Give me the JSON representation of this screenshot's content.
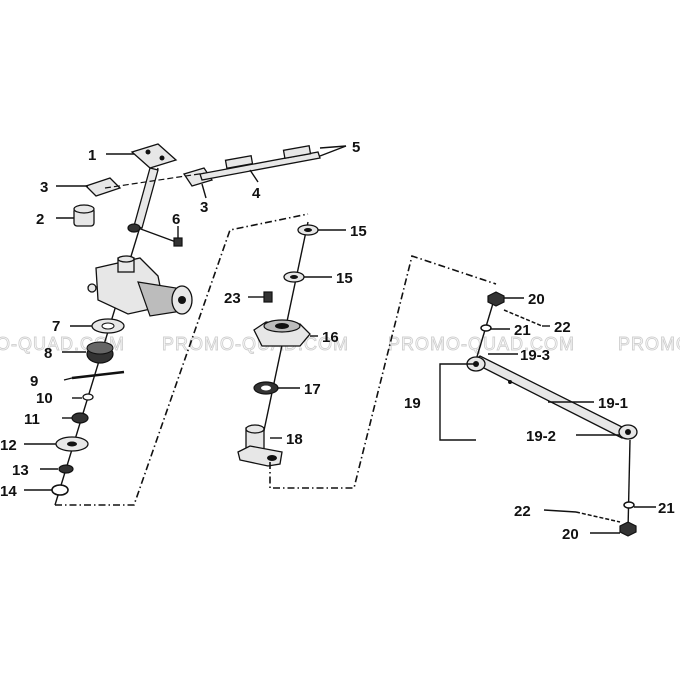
{
  "watermarks": [
    "O-QUAD.COM",
    "PROMO-QUAD.COM",
    "PROMO-QUAD.COM",
    "PROMO"
  ],
  "labels": {
    "p1": "1",
    "p2": "2",
    "p3a": "3",
    "p3b": "3",
    "p4": "4",
    "p5": "5",
    "p6": "6",
    "p7": "7",
    "p8": "8",
    "p9": "9",
    "p10": "10",
    "p11": "11",
    "p12": "12",
    "p13": "13",
    "p14": "14",
    "p15a": "15",
    "p15b": "15",
    "p16": "16",
    "p17": "17",
    "p18": "18",
    "p19": "19",
    "p19_1": "19-1",
    "p19_2": "19-2",
    "p19_3": "19-3",
    "p20a": "20",
    "p20b": "20",
    "p21a": "21",
    "p21b": "21",
    "p22a": "22",
    "p22b": "22",
    "p23": "23"
  }
}
